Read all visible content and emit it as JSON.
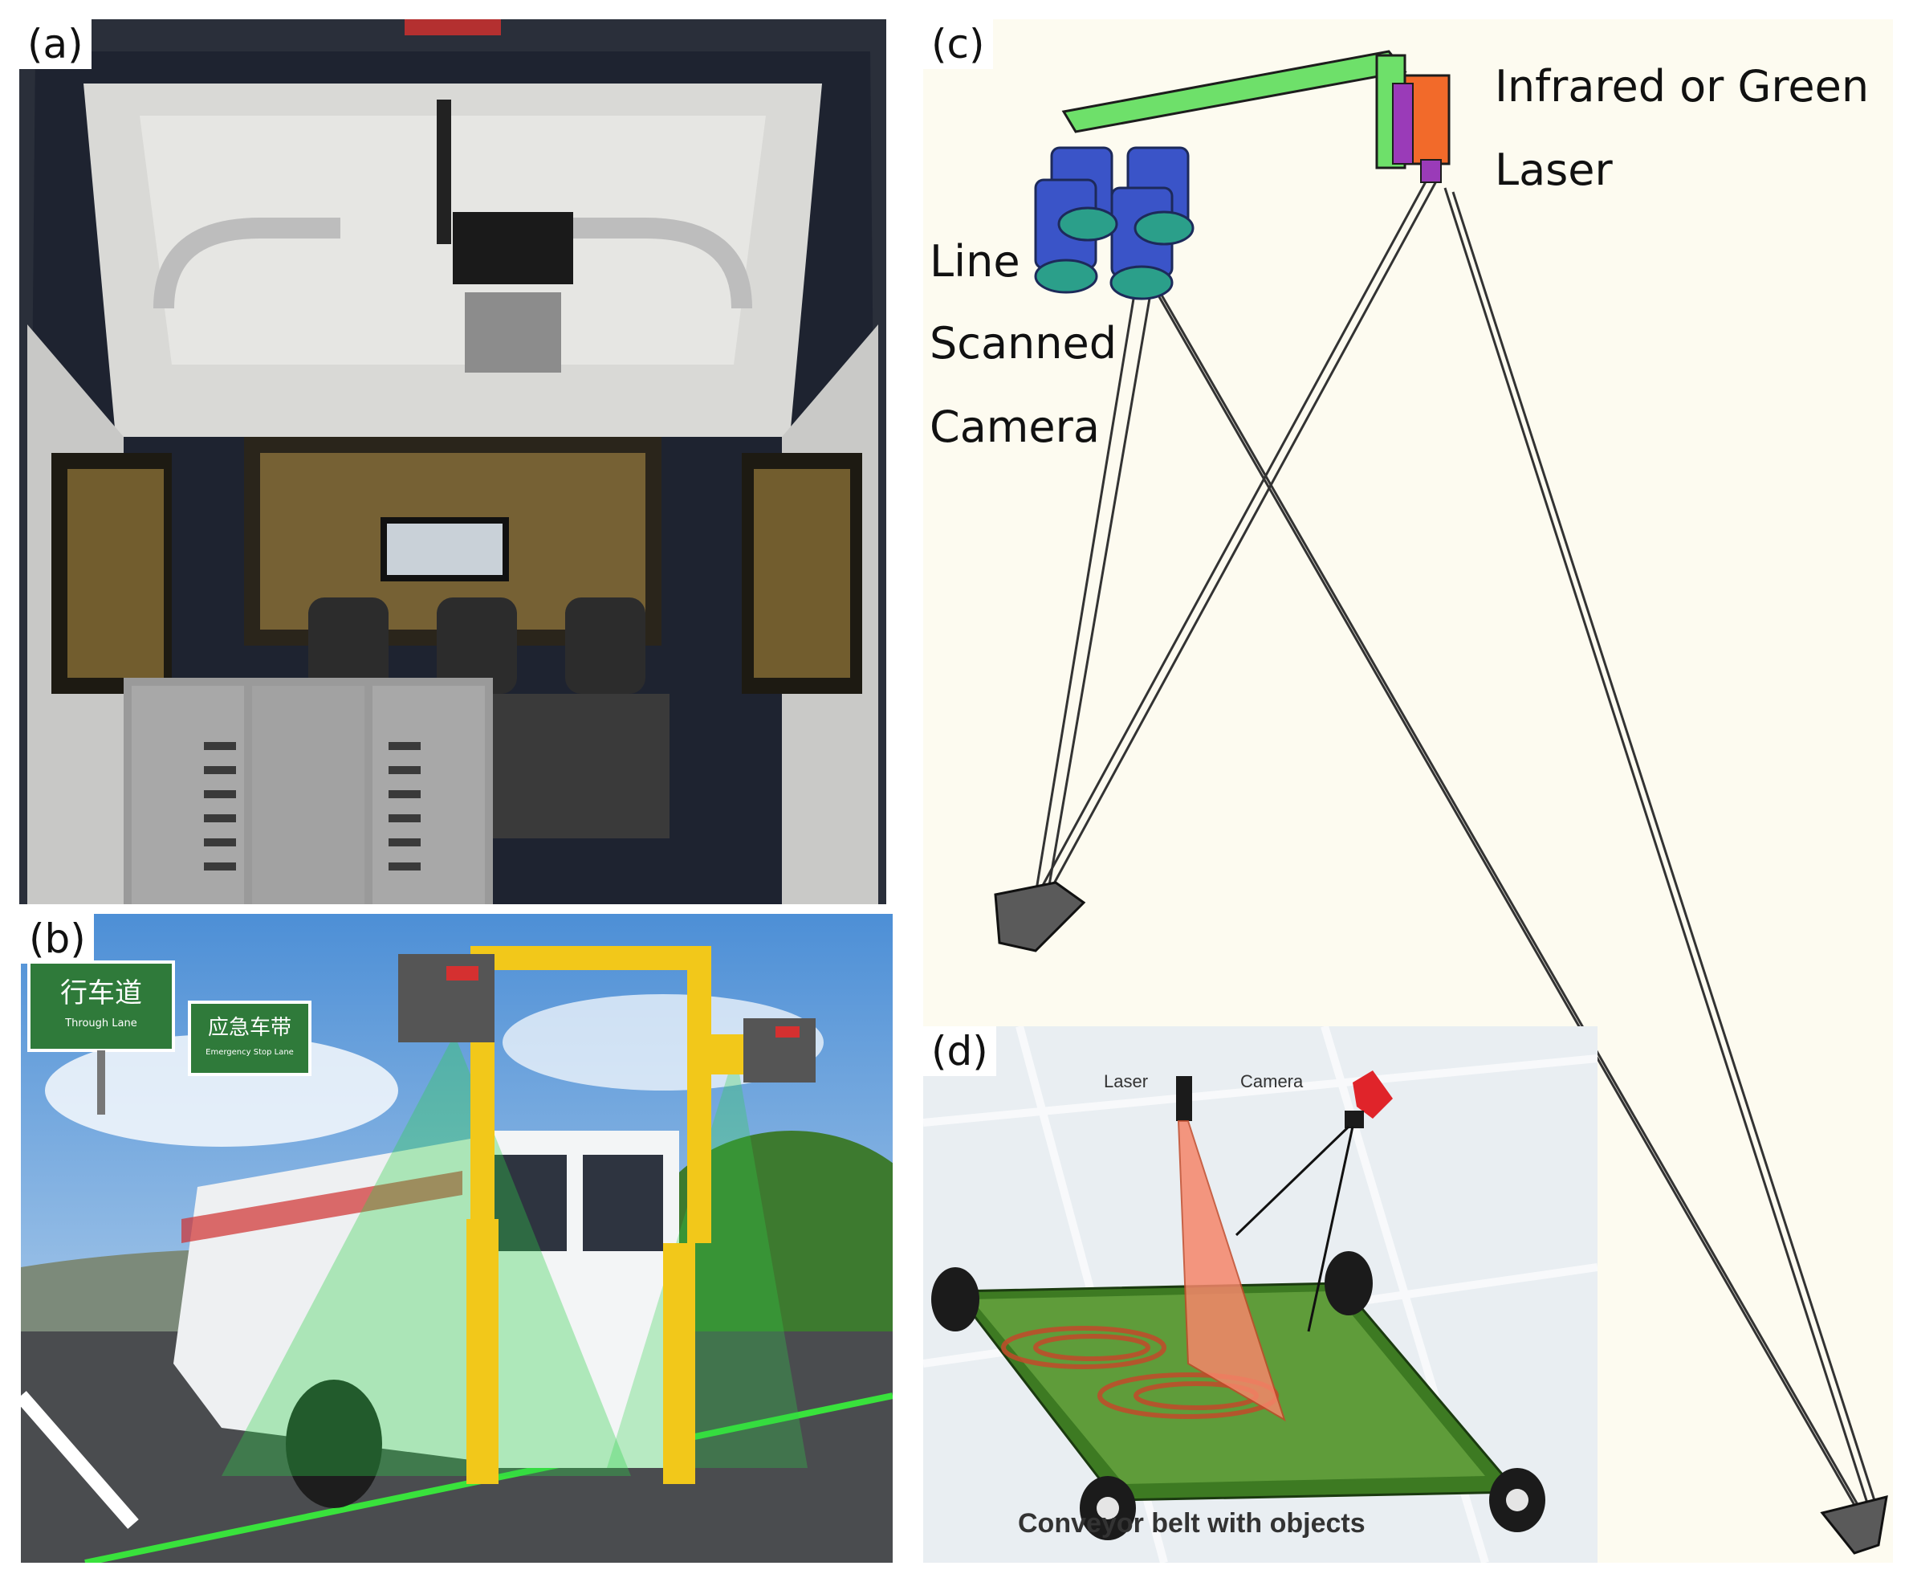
{
  "panels": {
    "a": {
      "label": "(a)"
    },
    "b": {
      "label": "(b)",
      "sign_left_cn": "行车道",
      "sign_left_en": "Through Lane",
      "sign_right_cn": "应急车带",
      "sign_right_en": "Emergency Stop Lane"
    },
    "c": {
      "label": "(c)",
      "laser_label_line1": "Infrared or Green",
      "laser_label_line2": "Laser",
      "camera_label_line1": "Line",
      "camera_label_line2": "Scanned",
      "camera_label_line3": "Camera"
    },
    "d": {
      "label": "(d)",
      "laser_label": "Laser",
      "camera_label": "Camera",
      "caption": "Conveyor belt with objects"
    }
  },
  "colors": {
    "accent_green": "#2fd24a",
    "laser_orange": "#f26a2a",
    "rig_yellow": "#f2c81a",
    "camera_blue": "#3a54c8",
    "arm_green": "#6ee06a"
  }
}
